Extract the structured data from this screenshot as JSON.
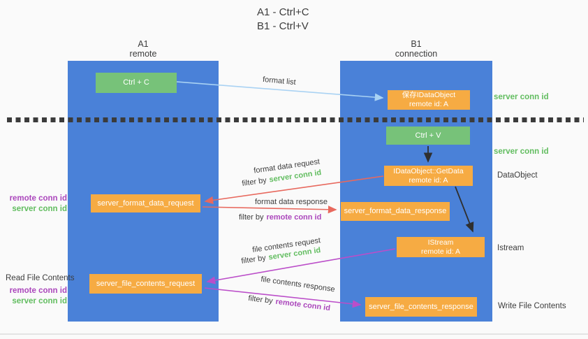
{
  "title": {
    "line1": "A1 - Ctrl+C",
    "line2": "B1 - Ctrl+V"
  },
  "lanes": {
    "a1": {
      "title": "A1",
      "subtitle": "remote"
    },
    "b1": {
      "title": "B1",
      "subtitle": "connection"
    }
  },
  "nodes": {
    "ctrl_c": {
      "label": "Ctrl + C"
    },
    "ctrl_v": {
      "label": "Ctrl + V"
    },
    "save_idataobject": {
      "line1": "保存IDataObject",
      "line2": "remote id: A"
    },
    "getdata": {
      "line1": "IDataObject::GetData",
      "line2": "remote id: A"
    },
    "istream": {
      "line1": "IStream",
      "line2": "remote id: A"
    },
    "server_format_data_request": {
      "label": "server_format_data_request"
    },
    "server_format_data_response": {
      "label": "server_format_data_response"
    },
    "server_file_contents_request": {
      "label": "server_file_contents_request"
    },
    "server_file_contents_response": {
      "label": "server_file_contents_response"
    }
  },
  "arrow_labels": {
    "format_list": "format list",
    "format_data_request": "format data request",
    "format_data_response": "format data response",
    "file_contents_request": "file contents request",
    "file_contents_response": "file contents response",
    "filter_by": "filter by",
    "server_conn_id": "server conn id",
    "remote_conn_id": "remote conn id"
  },
  "side_labels": {
    "right_server_conn_id_1": "server conn id",
    "right_server_conn_id_2": "server conn id",
    "dataobject": "DataObject",
    "istream": "Istream",
    "write_file_contents": "Write File Contents",
    "read_file_contents": "Read File Contents",
    "left_top_remote_conn_id": "remote conn id",
    "left_top_server_conn_id": "server conn id",
    "left_bottom_remote_conn_id": "remote conn id",
    "left_bottom_server_conn_id": "server conn id"
  },
  "colors": {
    "background": "#fafafa",
    "lane_blue": "#4a81d8",
    "box_green": "#77c279",
    "box_orange": "#f6ab43",
    "arrow_blue": "#a9d2f3",
    "arrow_red": "#e8695e",
    "arrow_magenta": "#bb4ec9",
    "arrow_black": "#2f2f2f",
    "text_green": "#62bd60",
    "text_purple": "#ab47bc",
    "text_dark": "#3c3c3c"
  }
}
